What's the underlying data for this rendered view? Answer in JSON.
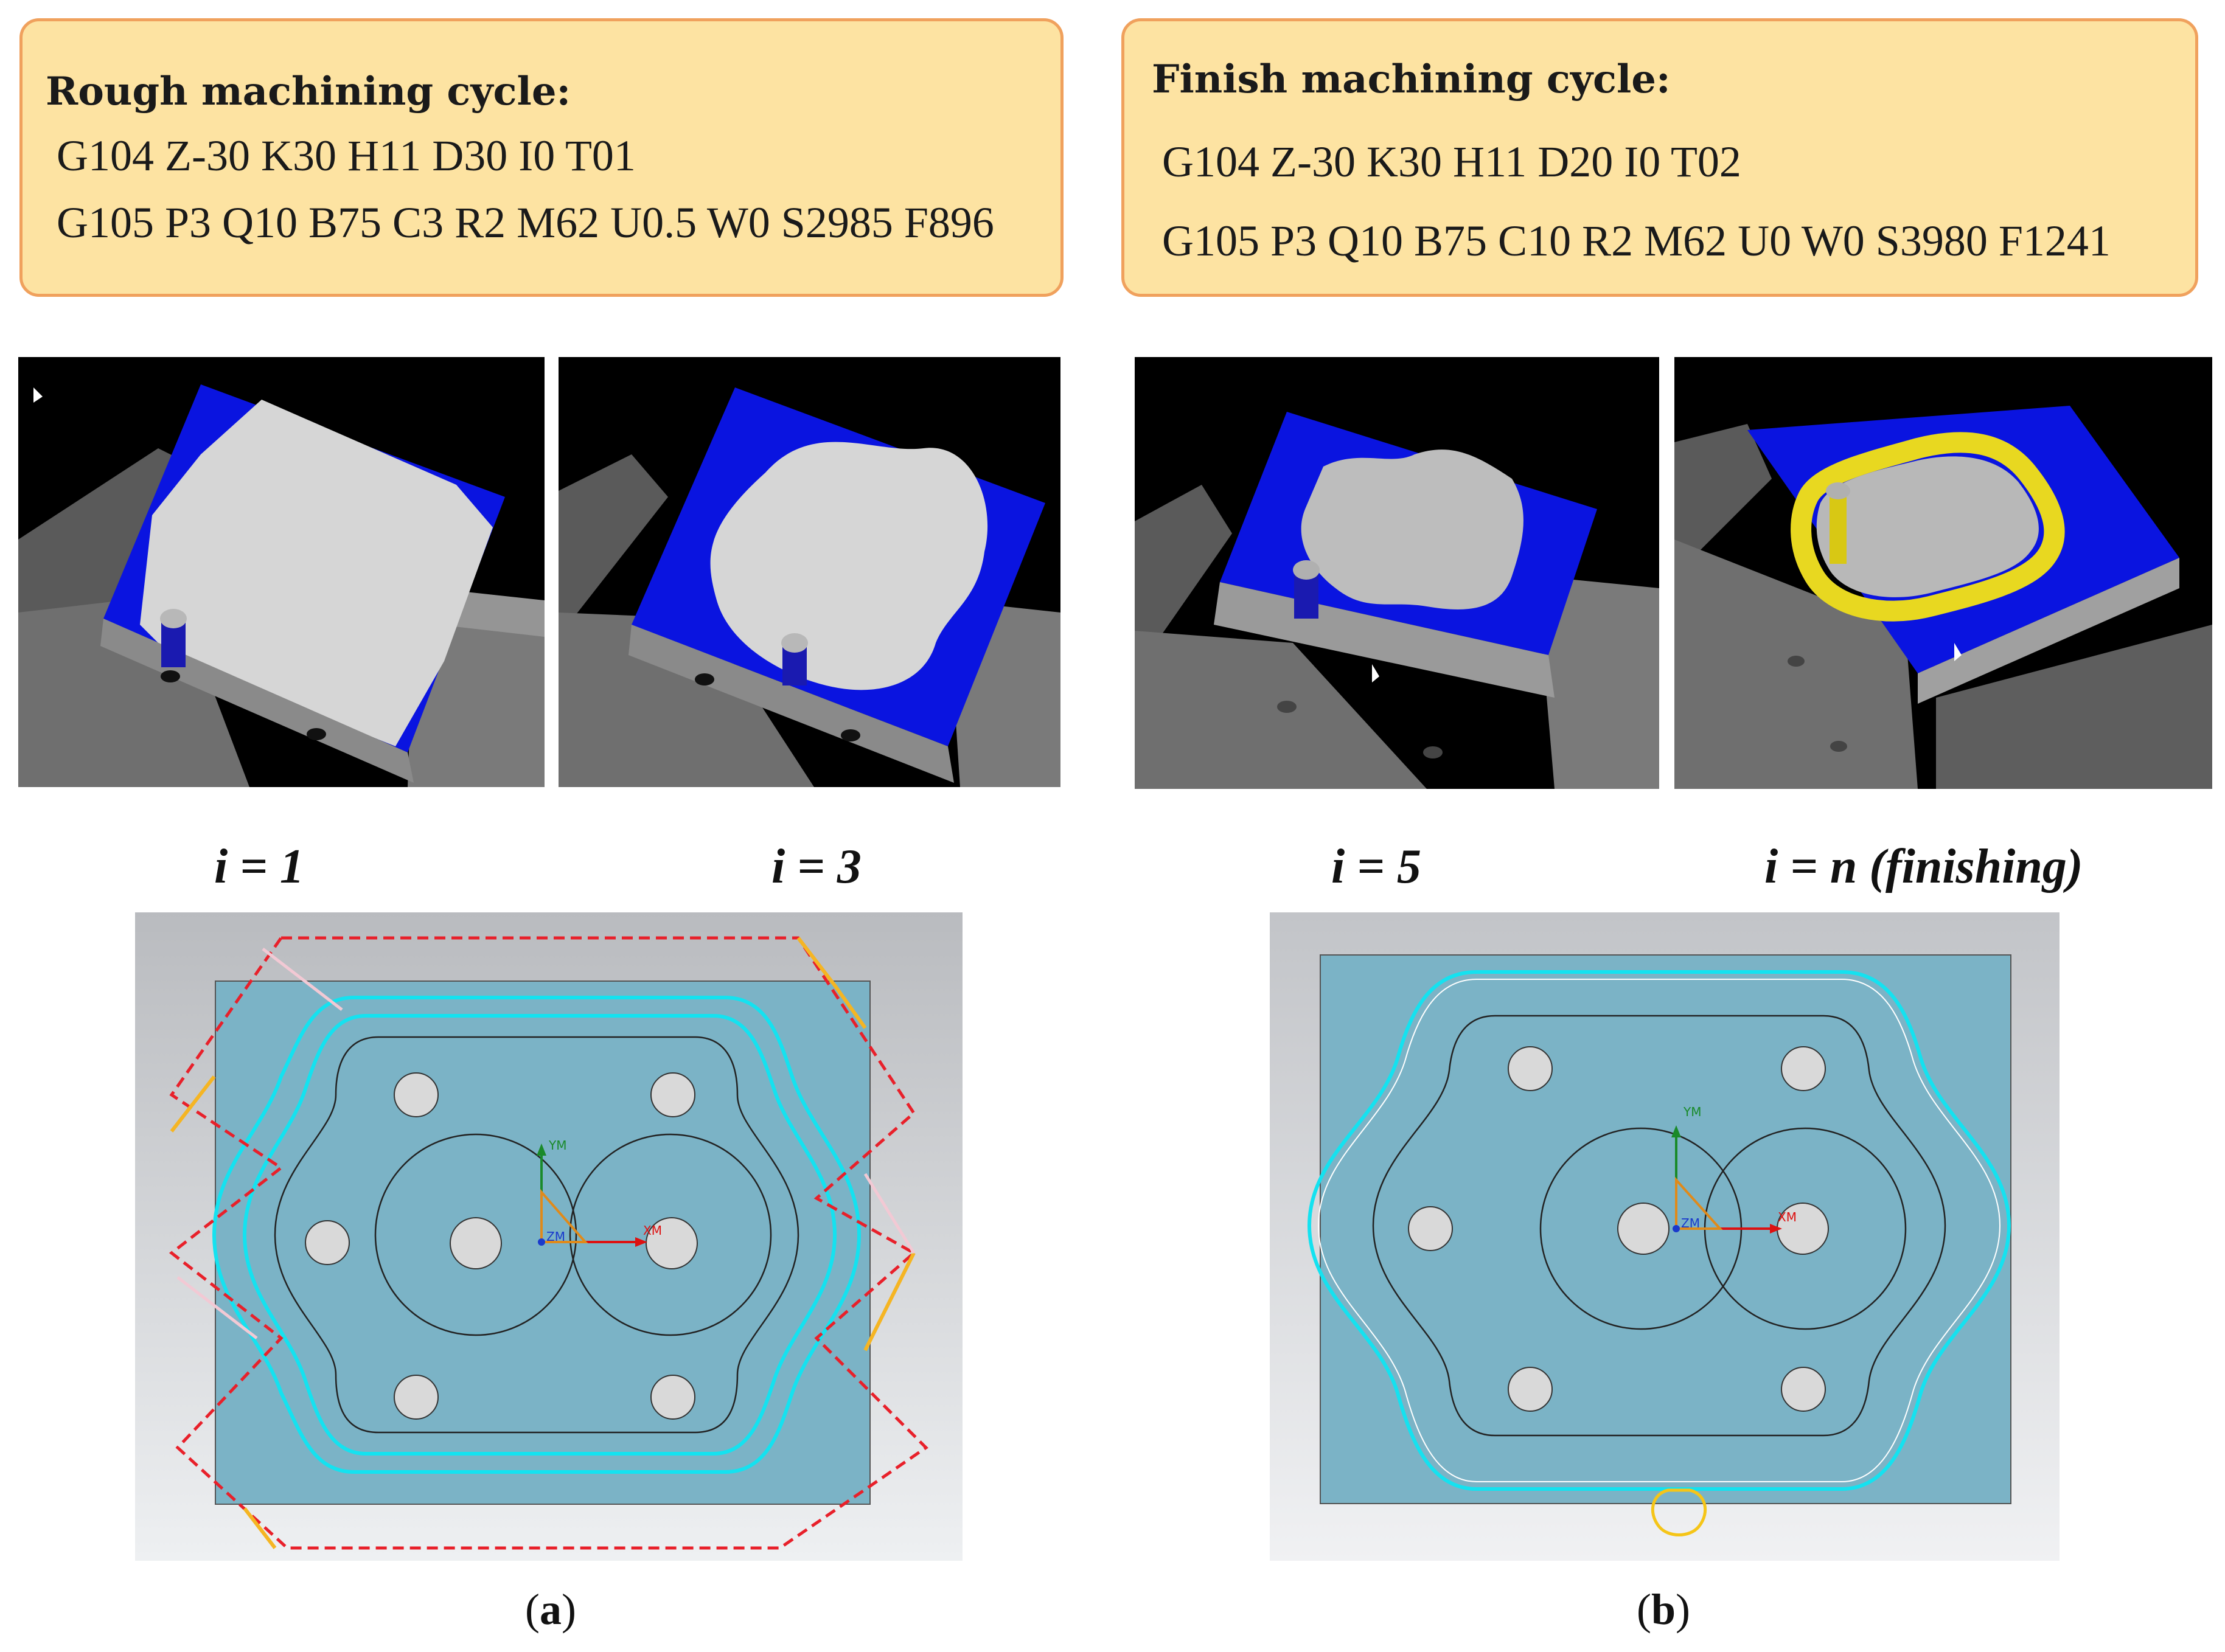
{
  "rough": {
    "title": "Rough machining cycle:",
    "line1": "G104 Z-30 K30 H11 D30 I0 T01",
    "line2": "G105 P3 Q10 B75 C3 R2 M62 U0.5 W0 S2985 F896"
  },
  "finish": {
    "title": "Finish machining cycle:",
    "line1": "G104 Z-30 K30 H11 D20 I0 T02",
    "line2": "G105 P3 Q10 B75 C10 R2 M62 U0 W0 S3980 F1241"
  },
  "iterations": [
    {
      "label": "i = 1"
    },
    {
      "label": "i = 3"
    },
    {
      "label": "i = 5"
    },
    {
      "label": "i = n (finishing)"
    }
  ],
  "axes": {
    "y": "YM",
    "x": "XM",
    "z": "ZM"
  },
  "captions": {
    "a": "a",
    "b": "b"
  },
  "colors": {
    "box_fill": "#fde3a2",
    "box_border": "#f0a15d",
    "stock_blue": "#0a14e0",
    "machined_grey": "#d6d6d6",
    "part_face": "#7bb3c6",
    "toolpath_cyan": "#14e2f0",
    "toolpath_red": "#e8202a",
    "toolpath_orange": "#f5b523",
    "finish_yellow": "#e8d820"
  }
}
